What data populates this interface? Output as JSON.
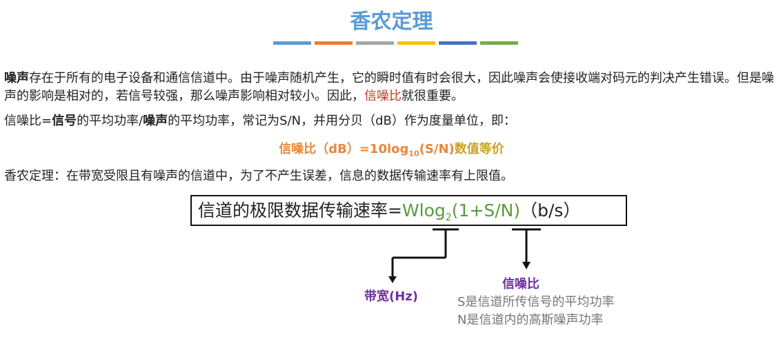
{
  "colors": {
    "title": "#5b9bd5",
    "noise_ratio_red": "#c0392b",
    "formula_orange": "#e8873a",
    "formula_gold": "#c9a227",
    "formula_green": "#5b9a3c",
    "label_purple": "#7030a0",
    "note_gray": "#767676",
    "divider": [
      "#5b9bd5",
      "#ed7d31",
      "#a5a5a5",
      "#ffc000",
      "#4472c4",
      "#70ad47"
    ]
  },
  "title": "香农定理",
  "para1": {
    "lead": "噪声",
    "text_a": "存在于所有的电子设备和通信信道中。由于噪声随机产生，它的瞬时值有时会很大，因此噪声会使接收端对码元的判决产生错误。但是噪声的影响是相对的，若信号较强，那么噪声影响相对较小。因此，",
    "highlight": "信噪比",
    "text_b": "就很重要。"
  },
  "para2": {
    "t1": "信噪比=",
    "b1": "信号",
    "t2": "的平均功率/",
    "b2": "噪声",
    "t3": "的平均功率，常记为S/N，并用分贝（dB）作为度量单位，即："
  },
  "formula1": {
    "left": "信噪比（dB）=10log",
    "sub": "10",
    "right": "(S/N)",
    "suffix": "数值等价"
  },
  "para4": "香农定理：在带宽受限且有噪声的信道中，为了不产生误差，信息的数据传输速率有上限值。",
  "formula2": {
    "label": "信道的极限数据传输速率=",
    "w_log": "Wlog",
    "sub": "2",
    "paren": "(1+S/N)",
    "unit": "（b/s）"
  },
  "annotations": {
    "bandwidth": "带宽(Hz)",
    "snr": "信噪比",
    "s_note": "S是信道所传信号的平均功率",
    "n_note": "N是信道内的高斯噪声功率"
  }
}
